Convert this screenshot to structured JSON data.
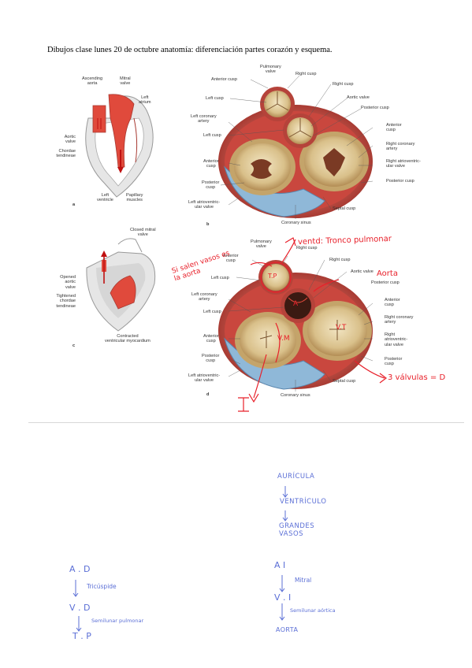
{
  "doc": {
    "title": "Dibujos clase lunes 20 de octubre anatomía: diferenciación partes corazón y esquema."
  },
  "fig_a": {
    "labels": {
      "ascending_aorta": "Ascending\naorta",
      "mitral_valve": "Mitral\nvalve",
      "left_atrium": "Left\natrium",
      "aortic_valve": "Aortic\nvalve",
      "chordae_tendineae": "Chordae\ntendineae",
      "left_ventricle": "Left\nventricle",
      "papillary_muscles": "Papillary\nmuscles"
    },
    "panel": "a"
  },
  "fig_b": {
    "labels": {
      "pulmonary_valve": "Pulmonary\nvalve",
      "right_cusp_top": "Right cusp",
      "anterior_cusp_top": "Anterior cusp",
      "right_cusp_2": "Right cusp",
      "left_cusp_top": "Left cusp",
      "aortic_valve": "Aortic valve",
      "left_coronary_artery": "Left coronary\nartery",
      "posterior_cusp_top": "Posterior cusp",
      "left_cusp_2": "Left cusp",
      "anterior_cusp_right": "Anterior\ncusp",
      "right_coronary_artery": "Right coronary\nartery",
      "anterior_cusp_left": "Anterior\ncusp",
      "right_av_valve": "Right atrioventric-\nular valve",
      "posterior_cusp_left": "Posterior\ncusp",
      "posterior_cusp_right": "Posterior cusp",
      "left_av_valve": "Left atrioventric-\nular valve",
      "septal_cusp": "Septal cusp",
      "coronary_sinus": "Coronary sinus"
    },
    "panel": "b"
  },
  "fig_c": {
    "labels": {
      "closed_mitral_valve": "Closed mitral\nvalve",
      "opened_aortic_valve": "Opened\naortic\nvalve",
      "tightened_chordae": "Tightened\nchordae\ntendineae",
      "contracted_myocardium": "Contracted\nventricular myocardium"
    },
    "panel": "c"
  },
  "fig_d": {
    "labels": {
      "pulmonary_valve": "Pulmonary\nvalve",
      "right_cusp_top": "Right cusp",
      "anterior_cusp_top": "Anterior\ncusp",
      "right_cusp_2": "Right cusp",
      "left_cusp_top": "Left cusp",
      "aortic_valve": "Aortic valve",
      "posterior_cusp_top": "Posterior cusp",
      "left_coronary_artery": "Left coronary\nartery",
      "left_cusp_2": "Left cusp",
      "anterior_cusp_right": "Anterior\ncusp",
      "right_coronary_artery": "Right coronary\nartery",
      "right_av_valve": "Right\natrioventric-\nular valve",
      "anterior_cusp_left": "Anterior\ncusp",
      "posterior_cusp_left": "Posterior\ncusp",
      "posterior_cusp_right": "Posterior\ncusp",
      "left_av_valve": "Left atrioventric-\nular valve",
      "septal_cusp": "Septal cusp",
      "coronary_sinus": "Coronary sinus"
    },
    "annotations": {
      "si_salen": "Si salen vasos es\nla aorta",
      "ventd": "ventd: Tronco pulmonar",
      "aorta": "Aorta",
      "tp": "T.P",
      "a": "A",
      "vm": "V.M",
      "vt": "V.T",
      "tres_valvulas": "3 válvulas = D",
      "i": "I"
    },
    "panel": "d"
  },
  "notes": {
    "flow_center": [
      "AURÍCULA",
      "VENTRÍCULO",
      "GRANDES\nVASOS"
    ],
    "right_side": {
      "ad": "A . D",
      "tricuspide": "Tricúspide",
      "vd": "V . D",
      "semilunar_pulmonar": "Semilunar pulmonar",
      "tp": "T . P"
    },
    "left_side": {
      "ai": "A  I",
      "mitral": "Mitral",
      "vi": "V . I",
      "semilunar_aortica": "Semilunar aórtica",
      "aorta": "AORTA"
    }
  },
  "colors": {
    "muscle": "#c9473e",
    "valve_fill": "#e8d6a8",
    "blood_red": "#e04a3c",
    "note_blue": "#5b6fd6",
    "annotation_red": "#e8202a"
  }
}
